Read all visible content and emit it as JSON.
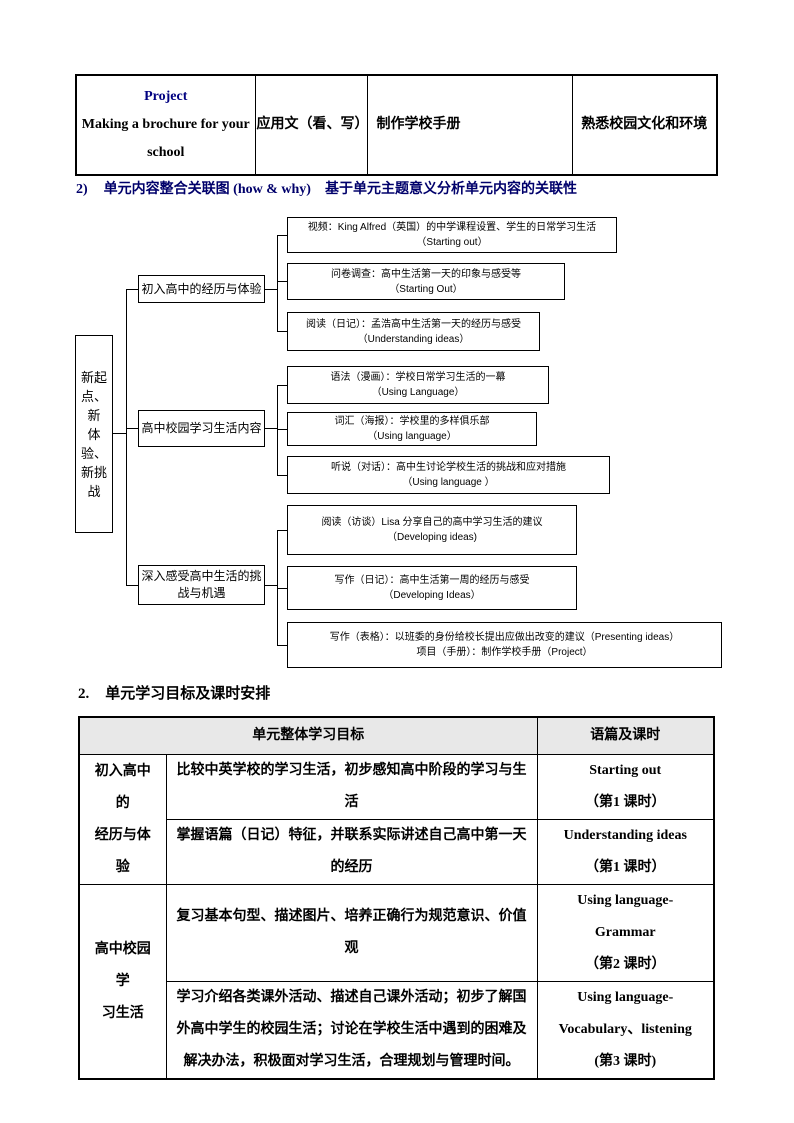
{
  "top_table": {
    "project_title": "Project",
    "project_subtitle": "Making a brochure for your\nschool",
    "genre": "应用文（看、写）",
    "task": "制作学校手册",
    "goal": "熟悉校园文化和环境"
  },
  "map_heading": {
    "num": "2)",
    "text": "单元内容整合关联图 (how & why)　基于单元主题意义分析单元内容的关联性"
  },
  "flowchart": {
    "root": "新起\n点、新\n体验、\n新挑战",
    "branches": [
      {
        "label": "初入高中的经历与体验"
      },
      {
        "label": "高中校园学习生活内容"
      },
      {
        "label": "深入感受高中生活的挑\n战与机遇"
      }
    ],
    "leaves": [
      {
        "text": "视频：King Alfred（英国）的中学课程设置、学生的日常学习生活\n（Starting out）"
      },
      {
        "text": "问卷调查：高中生活第一天的印象与感受等\n（Starting Out）"
      },
      {
        "text": "阅读（日记）：孟浩高中生活第一天的经历与感受\n（Understanding ideas）"
      },
      {
        "text": "语法（漫画）：学校日常学习生活的一幕\n（Using Language）"
      },
      {
        "text": "词汇（海报）：学校里的多样俱乐部\n（Using language）"
      },
      {
        "text": "听说（对话）：高中生讨论学校生活的挑战和应对措施\n（Using language ）"
      },
      {
        "text": "阅读（访谈）Lisa 分享自己的高中学习生活的建议\n（Developing ideas)"
      },
      {
        "text": "写作（日记）：高中生活第一周的经历与感受\n（Developing Ideas）"
      },
      {
        "text": "写作（表格）：以班委的身份给校长提出应做出改变的建议（Presenting ideas）\n项目（手册）：制作学校手册（Project）"
      }
    ]
  },
  "plan_heading": {
    "num": "2.",
    "text": "单元学习目标及课时安排"
  },
  "schedule_table": {
    "header": {
      "goals": "单元整体学习目标",
      "lessons": "语篇及课时"
    },
    "groups": [
      {
        "theme": "初入高中的\n经历与体验",
        "rows": [
          {
            "goal": "比较中英学校的学习生活，初步感知高中阶段的学习与生\n活",
            "lesson": "Starting out\n（第1 课时）"
          },
          {
            "goal": "掌握语篇（日记）特征，并联系实际讲述自己高中第一天\n的经历",
            "lesson": "Understanding ideas\n（第1 课时）"
          }
        ]
      },
      {
        "theme": "高中校园学\n习生活",
        "rows": [
          {
            "goal": "复习基本句型、描述图片、培养正确行为规范意识、价值\n观",
            "lesson": "Using language-Grammar\n（第2 课时）"
          },
          {
            "goal": "学习介绍各类课外活动、描述自己课外活动；初步了解国\n外高中学生的校园生活；讨论在学校生活中遇到的困难及\n解决办法，积极面对学习生活，合理规划与管理时间。",
            "lesson": "Using language-\nVocabulary、listening\n(第3 课时)"
          }
        ]
      }
    ]
  }
}
